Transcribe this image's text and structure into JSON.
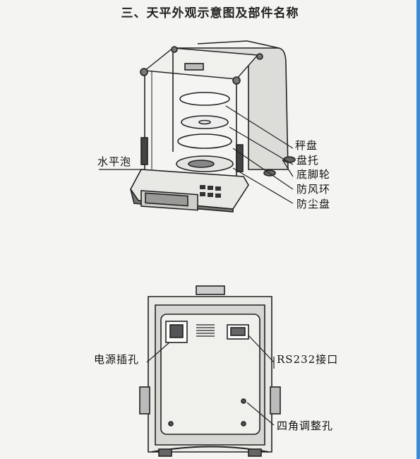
{
  "title": "三、天平外观示意图及部件名称",
  "front_labels": {
    "level_bubble": "水平泡",
    "weighing_pan": "秤盘",
    "pan_holder": "盘托",
    "base_foot": "底脚轮",
    "windshield": "防风环",
    "dust_pan": "防尘盘"
  },
  "back_labels": {
    "power_socket": "电源插孔",
    "rs232_port": "RS232接口",
    "adjust_holes": "四角调整孔"
  },
  "colors": {
    "line": "#222222",
    "fill_light": "#e6e6e2",
    "fill_dark": "#555555",
    "accent": "#3a8ad8"
  }
}
